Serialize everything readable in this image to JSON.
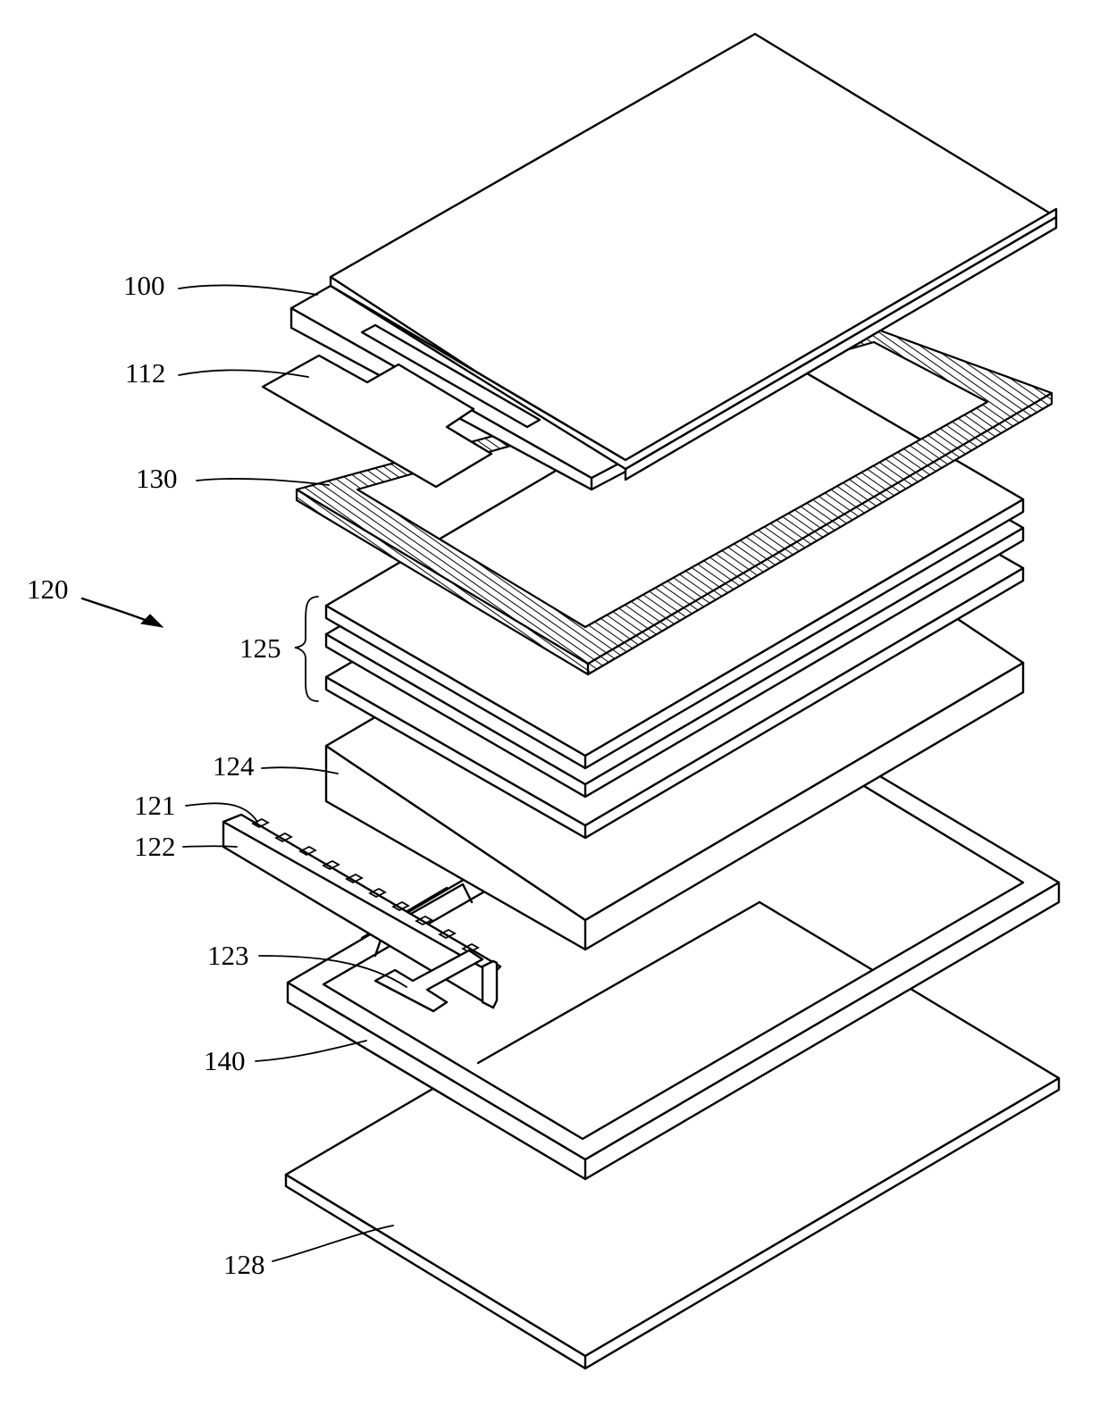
{
  "figure": {
    "labels": {
      "l100": "100",
      "l112": "112",
      "l130": "130",
      "l120": "120",
      "l125": "125",
      "l124": "124",
      "l121": "121",
      "l122": "122",
      "l123": "123",
      "l140": "140",
      "l128": "128"
    }
  }
}
